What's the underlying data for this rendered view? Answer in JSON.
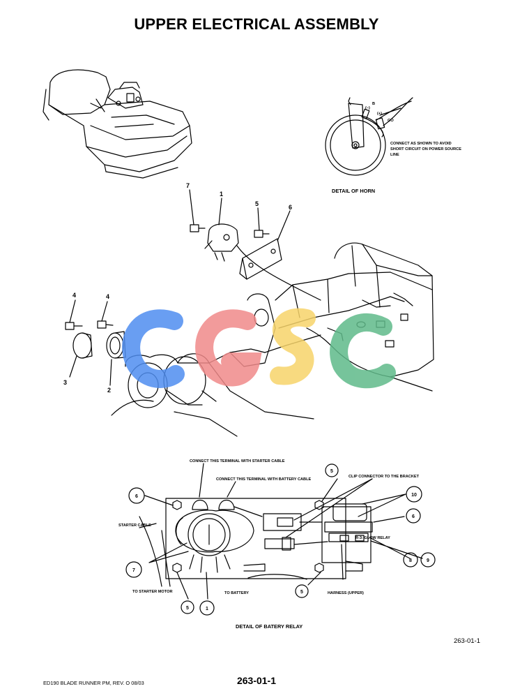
{
  "title": "UPPER ELECTRICAL ASSEMBLY",
  "horn_detail": {
    "caption": "DETAIL OF HORN",
    "minus_label": "(–)",
    "minus_suffix": "B",
    "plus_label": "(+)",
    "go_label": "GO",
    "note_lines": [
      "CONNECT AS SHOWN TO AVOID",
      "SHORT CIRCUIT ON POWER SOURCE",
      "LINE"
    ]
  },
  "exploded_view": {
    "callouts": [
      "7",
      "1",
      "5",
      "6",
      "4",
      "4",
      "3",
      "2"
    ]
  },
  "battery_relay_detail": {
    "caption": "DETAIL OF BATERY RELAY",
    "labels": {
      "starter_terminal": "CONNECT THIS TERMINAL WITH STARTER CABLE",
      "battery_terminal": "CONNECT THIS TERMINAL WITH BATTERY CABLE",
      "clip_connector": "CLIP CONNECTOR TO THE BRACKET",
      "starter_cable": "STARTER CABLE",
      "glow_relay": "R-3: GLOW RELAY",
      "to_starter_motor": "TO STARTER MOTOR",
      "to_battery": "TO BATTERY",
      "harness_upper": "HARNESS (UPPER)"
    },
    "callouts": {
      "c6_left": "6",
      "c5_top": "5",
      "c10": "10",
      "c6_right": "6",
      "c7": "7",
      "c8": "8",
      "c9": "9",
      "c5_bottom_left": "5",
      "c1": "1",
      "c5_bottom_right": "5"
    }
  },
  "page_code": "263-01-1",
  "footer": {
    "left": "ED190 BLADE RUNNER PM,  REV. O 08/03",
    "center": "263-01-1"
  },
  "watermark_colors": [
    "#4f8ef0",
    "#f08a8a",
    "#f7d46a",
    "#5fba8a"
  ]
}
